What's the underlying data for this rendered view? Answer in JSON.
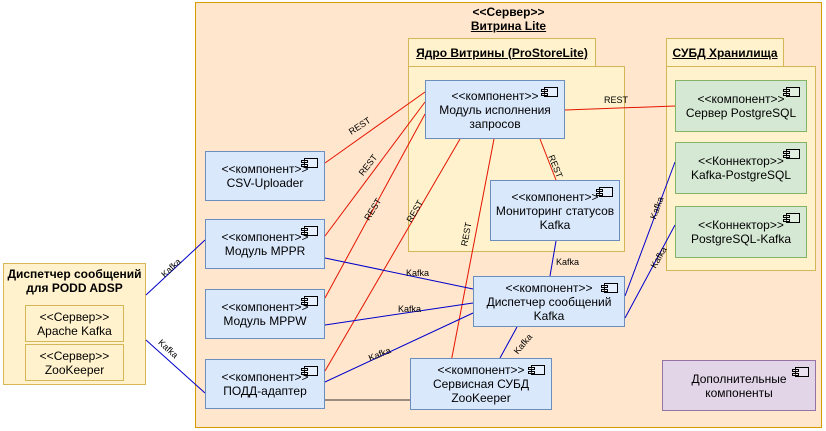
{
  "server": {
    "stereotype": "<<Сервер>>",
    "name": "Витрина Lite"
  },
  "core_package": {
    "title": "Ядро Витрины (ProStoreLite)"
  },
  "storage_package": {
    "title": "СУБД Хранилища"
  },
  "external": {
    "title_line1": "Диспетчер сообщений",
    "title_line2": "для PODD ADSP",
    "kafka": {
      "stereotype": "<<Сервер>>",
      "name": "Apache Kafka"
    },
    "zookeeper": {
      "stereotype": "<<Сервер>>",
      "name": "ZooKeeper"
    }
  },
  "components": {
    "query_exec": {
      "stereotype": "<<компонент>>",
      "line1": "Модуль исполнения",
      "line2": "запросов"
    },
    "csv": {
      "stereotype": "<<компонент>>",
      "line1": "CSV-Uploader"
    },
    "mppr": {
      "stereotype": "<<компонент>>",
      "line1": "Модуль MPPR"
    },
    "mppw": {
      "stereotype": "<<компонент>>",
      "line1": "Модуль MPPW"
    },
    "podd": {
      "stereotype": "<<компонент>>",
      "line1": "ПОДД-адаптер"
    },
    "monitoring": {
      "stereotype": "<<компонент>>",
      "line1": "Мониторинг статусов",
      "line2": "Kafka"
    },
    "dispatcher": {
      "stereotype": "<<компонент>>",
      "line1": "Диспетчер сообщений",
      "line2": "Kafka"
    },
    "zk_service": {
      "stereotype": "<<компонент>>",
      "line1": "Сервисная СУБД",
      "line2": "ZooKeeper"
    },
    "postgres": {
      "stereotype": "<<компонент>>",
      "line1": "Сервер PostgreSQL"
    },
    "kafka_pg": {
      "stereotype": "<<Коннектор>>",
      "line1": "Kafka-PostgreSQL"
    },
    "pg_kafka": {
      "stereotype": "<<Коннектор>>",
      "line1": "PostgreSQL-Kafka"
    },
    "additional": {
      "line1": "Дополнительные",
      "line2": "компоненты"
    }
  },
  "edge_labels": {
    "rest": "REST",
    "kafka": "Kafka"
  },
  "colors": {
    "rest_line": "#e51400",
    "kafka_line": "#0000cc",
    "plain_line": "#333333"
  }
}
